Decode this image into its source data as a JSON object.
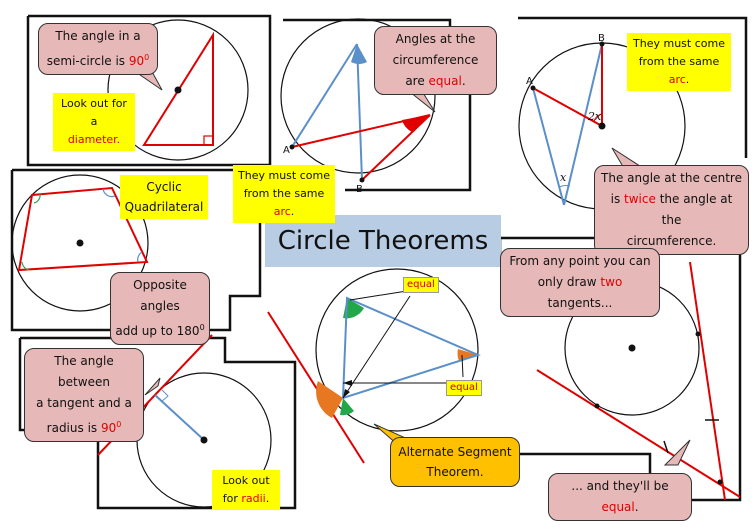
{
  "title": "Circle Theorems",
  "semicircle": {
    "line1": "The angle in a",
    "line2": "semi-circle is ",
    "value": "90",
    "unit": "0",
    "tip1": "Look out for a",
    "tip2": "diameter."
  },
  "same_arc": {
    "line1": "Angles at the",
    "line2": "circumference",
    "line3": "are ",
    "highlight": "equal",
    "tip1": "They must come",
    "tip2": "from the same ",
    "tip_highlight": "arc",
    "point_a": "A",
    "point_b": "B"
  },
  "centre": {
    "tip1": "They must come",
    "tip2": "from the same ",
    "tip_highlight": "arc",
    "line1": "The angle at the centre",
    "line2a": "is ",
    "line2_highlight": "twice",
    "line2b": " the angle at the",
    "line3": "circumference.",
    "point_a": "A",
    "point_b": "B",
    "angle_x": "x",
    "angle_2x": "2x"
  },
  "cyclic": {
    "label1": "Cyclic",
    "label2": "Quadrilateral",
    "line1": "Opposite angles",
    "line2": "add up to 180",
    "unit": "0"
  },
  "tangent_radius": {
    "line1": "The angle between",
    "line2": "a tangent and a",
    "line3": "radius is ",
    "value": "90",
    "unit": "0",
    "tip1": "Look out",
    "tip2": "for ",
    "tip_highlight": "radii"
  },
  "alternate": {
    "tag1": "equal",
    "tag2": "equal",
    "line1": "Alternate Segment",
    "line2": "Theorem."
  },
  "tangents": {
    "line1": "From any point you can",
    "line2a": "only draw ",
    "line2_highlight": "two",
    "line2b": " tangents...",
    "line3a": "... and they'll be ",
    "line3_highlight": "equal"
  },
  "colors": {
    "red": "#e00000",
    "blue": "#5b8fc9",
    "green": "#22a84a",
    "orange": "#e87722",
    "yellow": "#ffff00",
    "pink": "#e6b9b8",
    "title_bg": "#b8cce4"
  }
}
